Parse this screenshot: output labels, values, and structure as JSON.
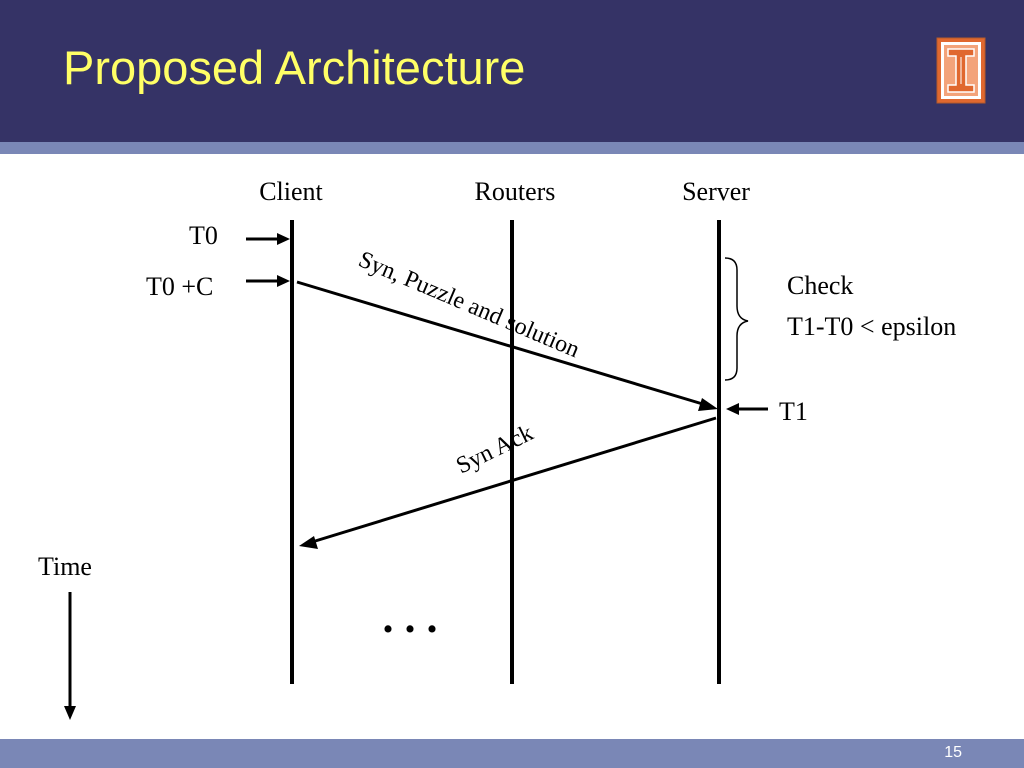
{
  "slide": {
    "title": "Proposed Architecture",
    "page_number": "15",
    "colors": {
      "header_bg": "#353366",
      "title_text": "#ffff66",
      "band": "#7a87b6",
      "logo_orange": "#e0682f"
    },
    "logo_icon": "university-block-i-icon"
  },
  "diagram": {
    "entities": {
      "client": "Client",
      "routers": "Routers",
      "server": "Server"
    },
    "time_markers": {
      "t0": "T0",
      "t0c": "T0 +C",
      "t1": "T1"
    },
    "messages": {
      "syn": "Syn, Puzzle and solution",
      "synack": "Syn Ack"
    },
    "check": {
      "line1": "Check",
      "line2": "T1-T0 < epsilon"
    },
    "ellipsis": ". . .",
    "time_label": "Time"
  }
}
